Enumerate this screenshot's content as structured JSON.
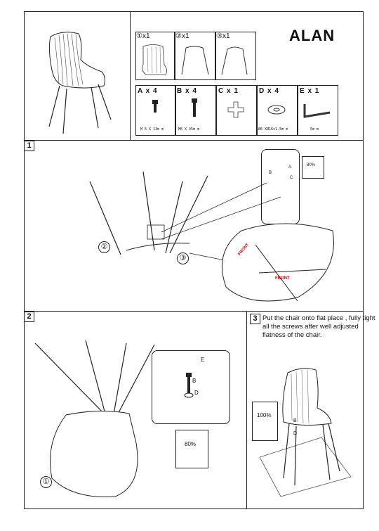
{
  "title": "ALAN",
  "parts": [
    {
      "label": "①x1"
    },
    {
      "label": "②x1"
    },
    {
      "label": "③x1"
    }
  ],
  "hardware": [
    {
      "label": "A x 4",
      "spec": "M 6  X  13m m"
    },
    {
      "label": "B x 4",
      "spec": "M6  X  45m m"
    },
    {
      "label": "C x 1",
      "spec": ""
    },
    {
      "label": "D x 4",
      "spec": "Ø6 XØ16x1.5m m"
    },
    {
      "label": "E x 1",
      "spec": "5m m"
    }
  ],
  "steps": [
    {
      "number": "1"
    },
    {
      "number": "2"
    },
    {
      "number": "3",
      "instruction": "Put the chair onto flat place , fully tight all the screws after well adjusted flatness of the chair."
    }
  ],
  "step1": {
    "callouts": [
      "②",
      "③"
    ],
    "detail_letters": [
      "A",
      "B",
      "C"
    ],
    "torque": "80%",
    "front_labels": [
      "FRONT",
      "FRONT"
    ]
  },
  "step2": {
    "callouts": [
      "①"
    ],
    "detail_letters": [
      "E",
      "B",
      "D"
    ],
    "torque": "80%"
  },
  "step3": {
    "torque": "100%",
    "detail_letters": [
      "B",
      "D"
    ]
  },
  "icons": {
    "wrench": "allen-key-icon",
    "bolt": "bolt-icon",
    "washer": "washer-icon",
    "connector": "cross-connector-icon",
    "torque": "hand-torque-icon"
  }
}
